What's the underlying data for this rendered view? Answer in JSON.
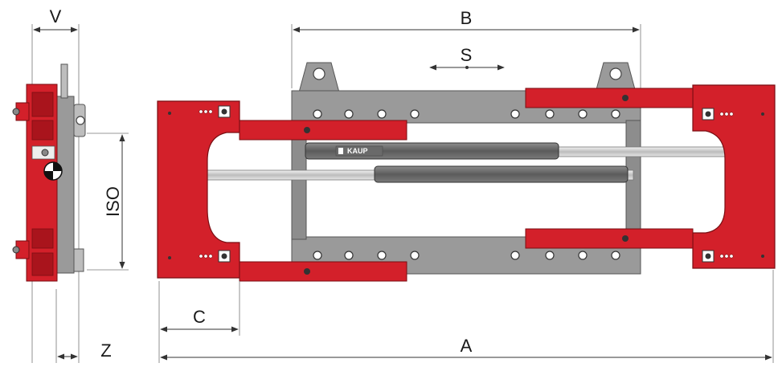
{
  "labels": {
    "v": "V",
    "b": "B",
    "s": "S",
    "iso": "ISO",
    "c": "C",
    "a": "A",
    "z": "Z"
  },
  "brand": "KAUP",
  "colors": {
    "red": "#d3202a",
    "red_dark": "#a9141c",
    "gray": "#9a9a9a",
    "gray_dark": "#6e6e6e",
    "gray_light": "#c8c8c8",
    "line": "#555555"
  }
}
